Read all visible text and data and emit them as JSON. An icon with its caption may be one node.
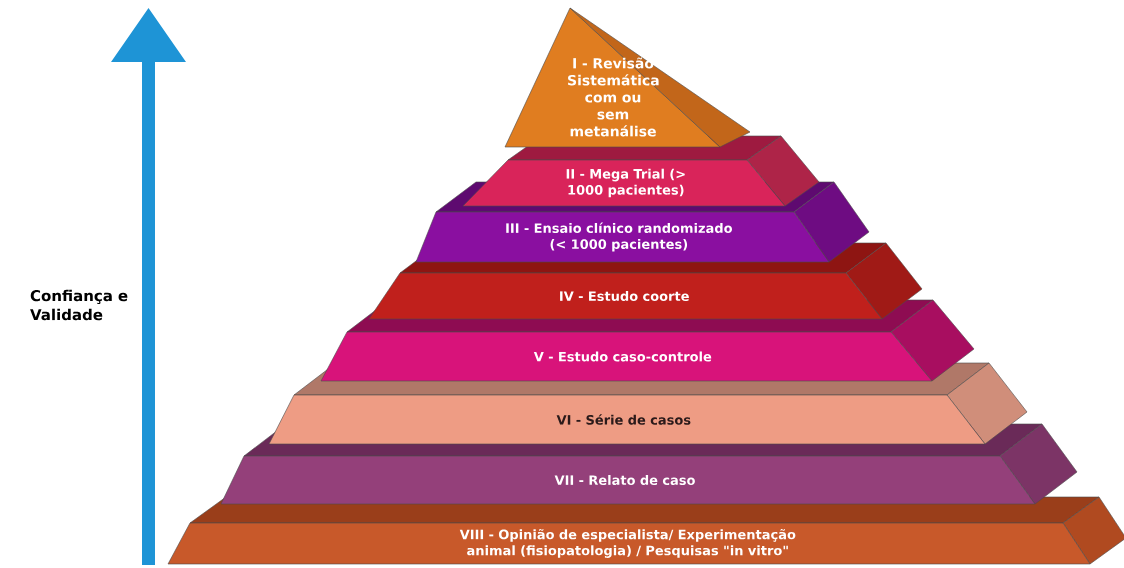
{
  "diagram": {
    "nodes": [
      {
        "text": [
          "I - Revisão Sistemática com ou sem metanálise"
        ]
      },
      {
        "text": [
          "II - Mega Trial (> 1000 pacientes)"
        ]
      },
      {
        "text": [
          "III - Ensaio clínico randomizado (< 1000 pacientes)"
        ]
      },
      {
        "text": [
          "IV - Estudo coorte"
        ]
      },
      {
        "text": [
          "V - Estudo caso-controle"
        ]
      },
      {
        "text": [
          "VI - Série de casos"
        ]
      },
      {
        "text": [
          "VII - Relato de caso"
        ]
      },
      {
        "text": [
          "VIII - Opinião de especialista/ Experimentação animal (fisiopatologia) / Pesquisas \"in vitro\""
        ]
      }
    ],
    "labels": [
      "Confiança e Validade"
    ]
  }
}
